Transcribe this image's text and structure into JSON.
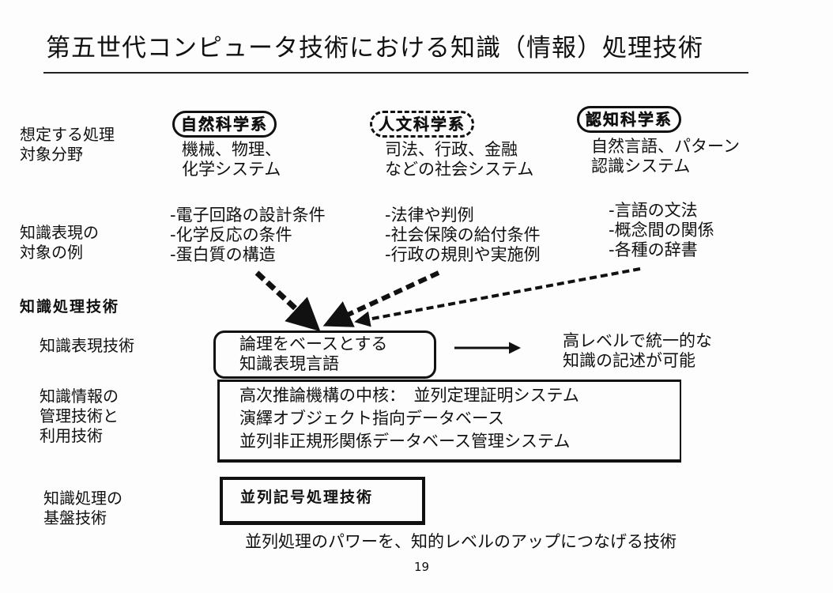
{
  "title": "第五世代コンピュータ技術における知識（情報）処理技術",
  "rows": {
    "target_field": [
      "想定する処理",
      "対象分野"
    ],
    "knowledge_examples_label": [
      "知識表現の",
      "対象の例"
    ],
    "knowledge_processing": "知識処理技術",
    "representation_tech": "知識表現技術",
    "management_tech": [
      "知識情報の",
      "管理技術と",
      "利用技術"
    ],
    "foundation_tech": [
      "知識処理の",
      "基盤技術"
    ]
  },
  "fields": [
    {
      "name": "自然科学系",
      "desc": [
        "機械、物理、",
        "化学システム"
      ],
      "examples": [
        "-電子回路の設計条件",
        "-化学反応の条件",
        "-蛋白質の構造"
      ]
    },
    {
      "name": "人文科学系",
      "desc": [
        "司法、行政、金融",
        "などの社会システム"
      ],
      "examples": [
        "-法律や判例",
        "-社会保険の給付条件",
        "-行政の規則や実施例"
      ]
    },
    {
      "name": "認知科学系",
      "desc": [
        "自然言語、パターン",
        "認識システム"
      ],
      "examples": [
        "-言語の文法",
        "-概念間の関係",
        "-各種の辞書"
      ]
    }
  ],
  "representation_box": [
    "論理をベースとする",
    "知識表現言語"
  ],
  "representation_result": [
    "高レベルで統一的な",
    "知識の記述が可能"
  ],
  "management_box": [
    "高次推論機構の中核：　並列定理証明システム",
    "演繹オブジェクト指向データベース",
    "並列非正規形関係データベース管理システム"
  ],
  "foundation_box": "並列記号処理技術",
  "conclusion": "並列処理のパワーを、知的レベルのアップにつなげる技術",
  "page_number": "19"
}
